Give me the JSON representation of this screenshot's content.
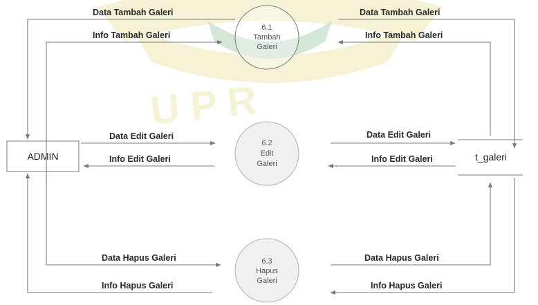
{
  "entities": {
    "admin": "ADMIN",
    "store": "t_galeri"
  },
  "processes": [
    {
      "number": "6.1",
      "line1": "Tambah",
      "line2": "Galeri"
    },
    {
      "number": "6.2",
      "line1": "Edit",
      "line2": "Galeri"
    },
    {
      "number": "6.3",
      "line1": "Hapus",
      "line2": "Galeri"
    }
  ],
  "flows": {
    "data_tambah_left": "Data Tambah Galeri",
    "info_tambah_left": "Info Tambah Galeri",
    "data_tambah_right": "Data Tambah Galeri",
    "info_tambah_right": "Info Tambah Galeri",
    "data_edit_left": "Data Edit Galeri",
    "info_edit_left": "Info Edit Galeri",
    "data_edit_right": "Data Edit Galeri",
    "info_edit_right": "Info Edit Galeri",
    "data_hapus_left": "Data Hapus Galeri",
    "info_hapus_left": "Info Hapus Galeri",
    "data_hapus_right": "Data Hapus Galeri",
    "info_hapus_right": "Info Hapus Galeri"
  },
  "watermark": {
    "letters": "U P R",
    "color": "#d4c64a",
    "accent": "#3f8f4a"
  },
  "colors": {
    "line": "#7a7a7a",
    "process_fill": "#f0f0f0",
    "process_fill_top": "#ffffff"
  }
}
